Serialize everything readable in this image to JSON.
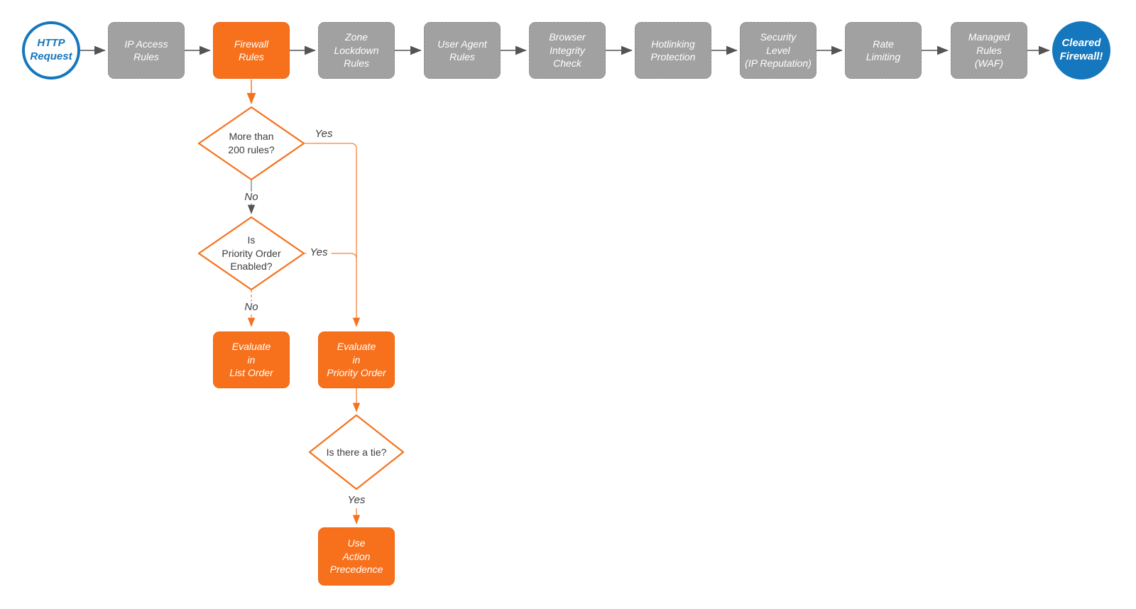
{
  "diagram_type": "flowchart",
  "pipeline": {
    "start": {
      "label": "HTTP\nRequest"
    },
    "stages": [
      {
        "label": "IP Access\nRules"
      },
      {
        "label": "Firewall\nRules",
        "highlighted": true
      },
      {
        "label": "Zone\nLockdown\nRules"
      },
      {
        "label": "User Agent\nRules"
      },
      {
        "label": "Browser\nIntegrity\nCheck"
      },
      {
        "label": "Hotlinking\nProtection"
      },
      {
        "label": "Security\nLevel\n(IP Reputation)"
      },
      {
        "label": "Rate\nLimiting"
      },
      {
        "label": "Managed\nRules\n(WAF)"
      }
    ],
    "end": {
      "label": "Cleared\nFirewall!"
    }
  },
  "decisions": {
    "more_than_200_rules": {
      "label": "More than\n200 rules?",
      "yes_label": "Yes",
      "no_label": "No"
    },
    "priority_order_enabled": {
      "label": "Is\nPriority Order\nEnabled?",
      "yes_label": "Yes",
      "no_label": "No"
    },
    "is_there_a_tie": {
      "label": "Is there a tie?",
      "yes_label": "Yes"
    }
  },
  "outcomes": {
    "evaluate_list_order": {
      "label": "Evaluate\nin\nList Order"
    },
    "evaluate_priority_order": {
      "label": "Evaluate\nin\nPriority Order"
    },
    "use_action_precedence": {
      "label": "Use\nAction\nPrecedence"
    }
  },
  "colors": {
    "orange": "#f7711c",
    "orange_line": "#f6823c",
    "gray_box": "#a1a1a1",
    "blue": "#1577bd",
    "gray_line": "#545454",
    "text_dark": "#3d3d3d",
    "text_light": "#ffffff"
  }
}
